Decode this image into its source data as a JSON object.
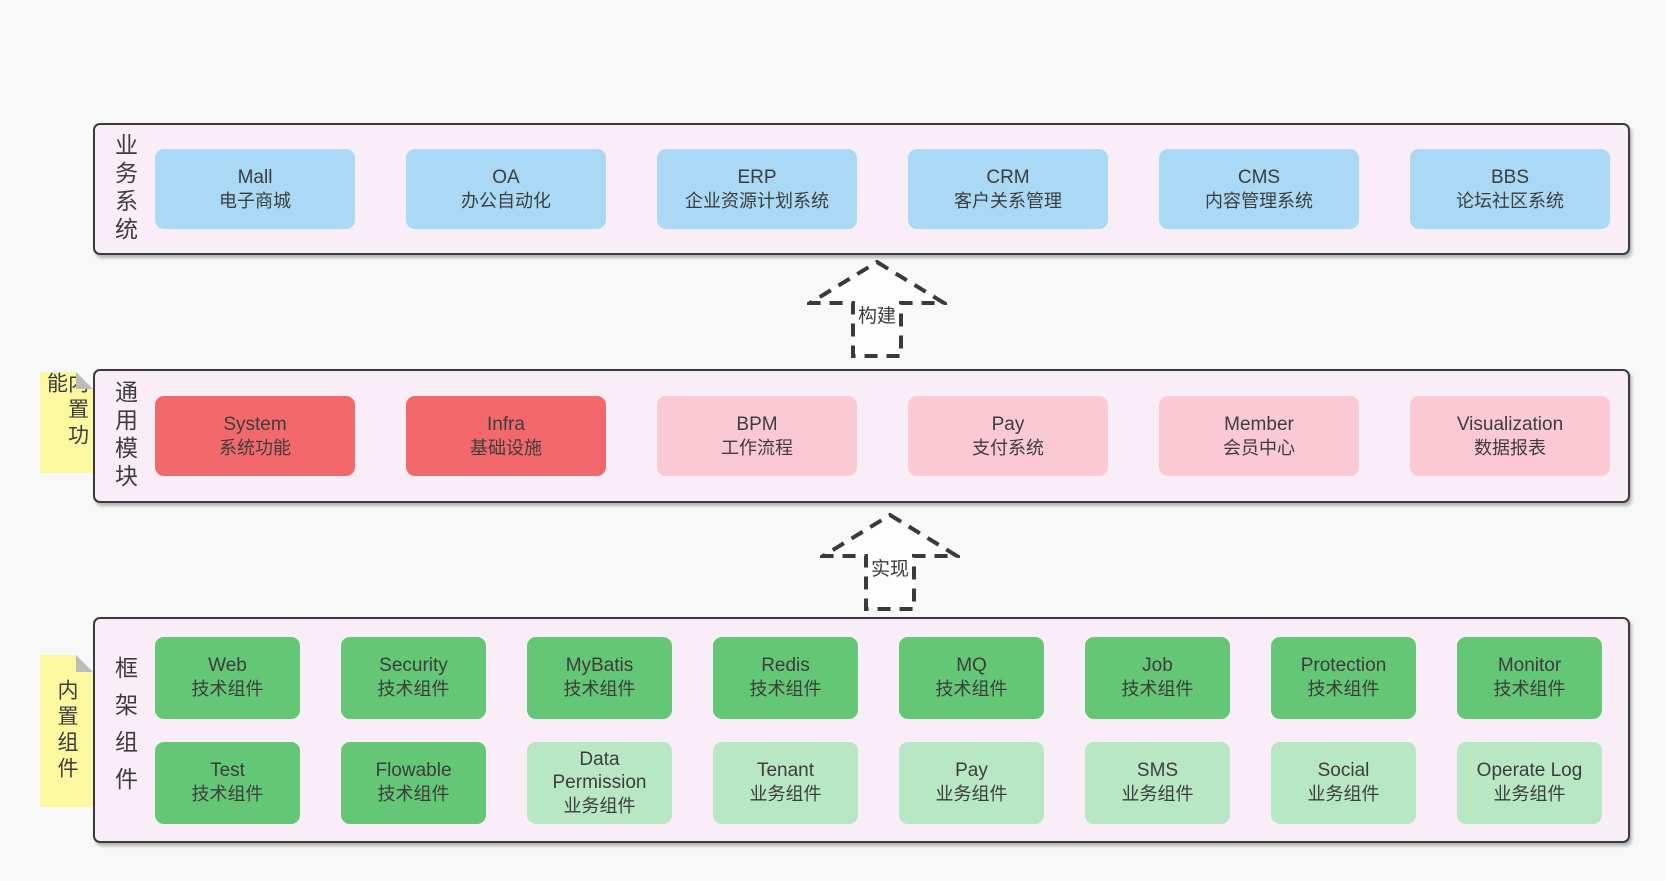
{
  "colors": {
    "pageBg": "#f8f8f8",
    "bandBg": "#f9eef8",
    "border": "#3a3a3a",
    "text": "#3d3d3d",
    "blue": "#a9d9f5",
    "red": "#f3696b",
    "pink": "#fac9d3",
    "green": "#63c775",
    "lightgreen": "#b8e7c4",
    "yellow": "#fbf8a0",
    "fold": "#bcbcbc"
  },
  "band1": {
    "label": "业务系统",
    "boxes": [
      {
        "name": "Mall",
        "desc": "电子商城"
      },
      {
        "name": "OA",
        "desc": "办公自动化"
      },
      {
        "name": "ERP",
        "desc": "企业资源计划系统"
      },
      {
        "name": "CRM",
        "desc": "客户关系管理"
      },
      {
        "name": "CMS",
        "desc": "内容管理系统"
      },
      {
        "name": "BBS",
        "desc": "论坛社区系统"
      }
    ]
  },
  "arrow1": {
    "label": "构建"
  },
  "band2": {
    "label": "通用模块",
    "sticky": "内置功能",
    "boxes": [
      {
        "name": "System",
        "desc": "系统功能"
      },
      {
        "name": "Infra",
        "desc": "基础设施"
      },
      {
        "name": "BPM",
        "desc": "工作流程"
      },
      {
        "name": "Pay",
        "desc": "支付系统"
      },
      {
        "name": "Member",
        "desc": "会员中心"
      },
      {
        "name": "Visualization",
        "desc": "数据报表"
      }
    ]
  },
  "arrow2": {
    "label": "实现"
  },
  "band3": {
    "label": "框架组件",
    "sticky": "内置组件",
    "rows": [
      {
        "boxes": [
          {
            "name": "Web",
            "desc": "技术组件"
          },
          {
            "name": "Security",
            "desc": "技术组件"
          },
          {
            "name": "MyBatis",
            "desc": "技术组件"
          },
          {
            "name": "Redis",
            "desc": "技术组件"
          },
          {
            "name": "MQ",
            "desc": "技术组件"
          },
          {
            "name": "Job",
            "desc": "技术组件"
          },
          {
            "name": "Protection",
            "desc": "技术组件"
          },
          {
            "name": "Monitor",
            "desc": "技术组件"
          }
        ]
      },
      {
        "boxes": [
          {
            "name": "Test",
            "desc": "技术组件"
          },
          {
            "name": "Flowable",
            "desc": "技术组件"
          },
          {
            "name": "Data Permission",
            "desc": "业务组件"
          },
          {
            "name": "Tenant",
            "desc": "业务组件"
          },
          {
            "name": "Pay",
            "desc": "业务组件"
          },
          {
            "name": "SMS",
            "desc": "业务组件"
          },
          {
            "name": "Social",
            "desc": "业务组件"
          },
          {
            "name": "Operate Log",
            "desc": "业务组件"
          }
        ]
      }
    ]
  }
}
